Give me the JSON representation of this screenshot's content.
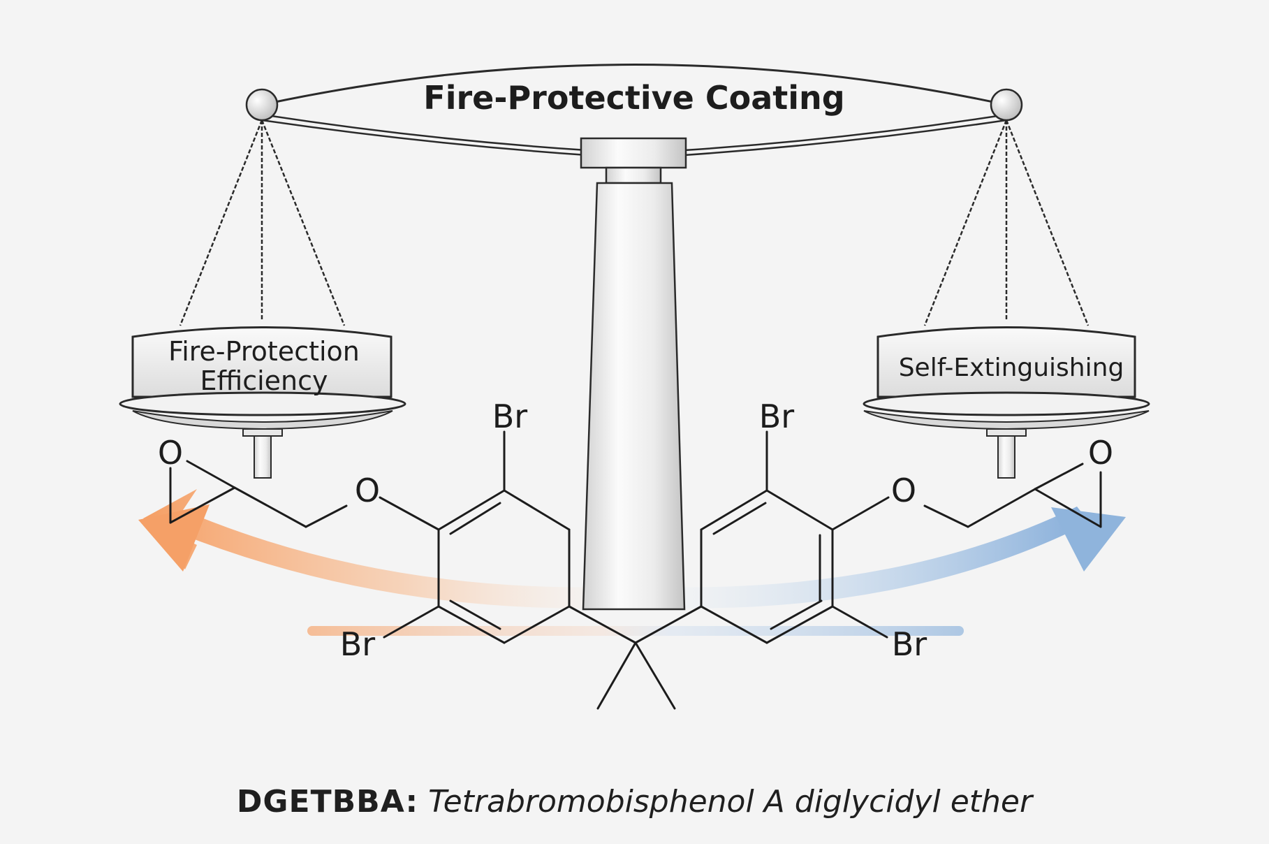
{
  "scale": {
    "title": "Fire-Protective Coating",
    "left_pan": {
      "line1": "Fire-Protection",
      "line2": "Efficiency"
    },
    "right_pan": {
      "label": "Self-Extinguishing"
    }
  },
  "molecule": {
    "atoms": {
      "epoxide_o_left": "O",
      "ether_o_left": "O",
      "ether_o_right": "O",
      "epoxide_o_right": "O",
      "br_top_left": "Br",
      "br_bottom_left": "Br",
      "br_top_right": "Br",
      "br_bottom_right": "Br"
    }
  },
  "caption": {
    "abbreviation": "DGETBBA:",
    "full_name": "Tetrabromobisphenol A diglycidyl ether"
  },
  "colors": {
    "orange_arrow": "#f5a067",
    "blue_arrow": "#8fb4dc",
    "bond": "#1c1c1c",
    "metal_light": "#ffffff",
    "metal_dark": "#cfcfcf"
  }
}
